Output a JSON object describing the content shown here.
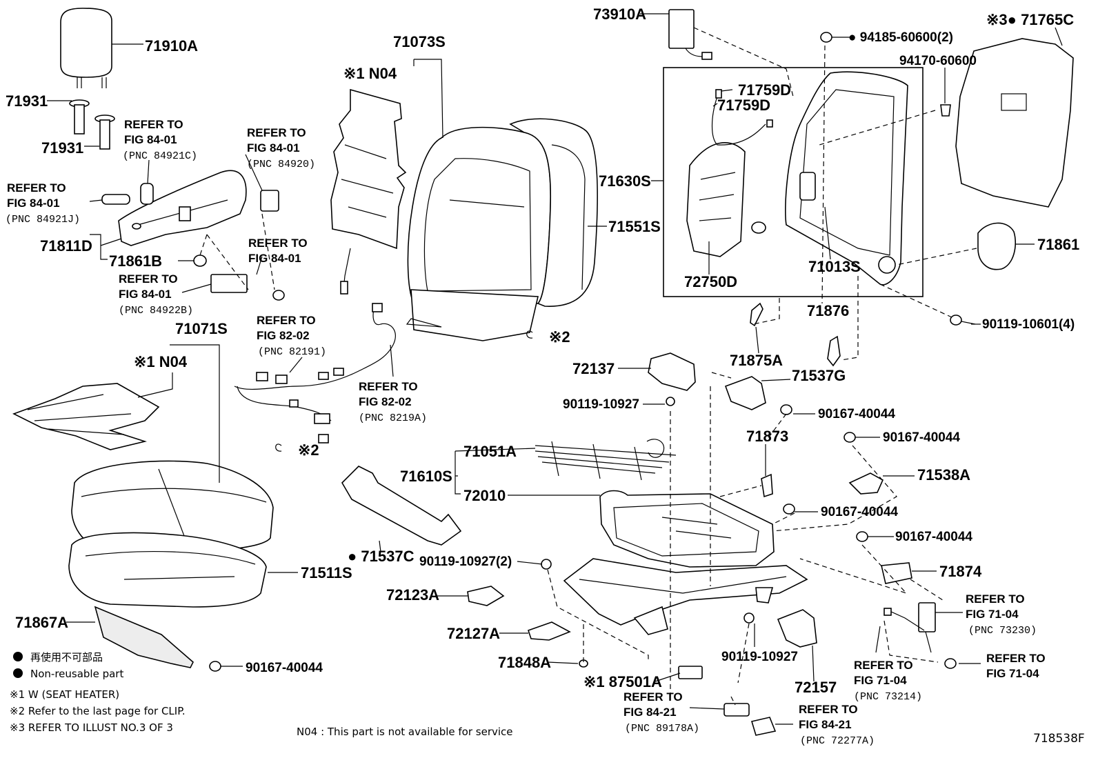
{
  "labels": {
    "p71910A": "71910A",
    "p71931a": "71931",
    "p71931b": "71931",
    "p71073S": "71073S",
    "n04_top": "※1 N04",
    "p73910A": "73910A",
    "p94185": "● 94185-60600(2)",
    "p71765C": "※3● 71765C",
    "p94170": "94170-60600",
    "p71759Da": "71759D",
    "p71759Db": "71759D",
    "p71630S": "71630S",
    "p71551S": "71551S",
    "p71861": "71861",
    "p71013S": "71013S",
    "p72750D": "72750D",
    "p90119_10601": "90119-10601(4)",
    "p71876": "71876",
    "p71875A": "71875A",
    "p71537G": "71537G",
    "p71811D": "71811D",
    "p71861B": "71861B",
    "p71071S": "71071S",
    "n04_mid": "※1 N04",
    "p72137": "72137",
    "p90119_10927a": "90119-10927",
    "p90167_a": "90167-40044",
    "p90167_b": "90167-40044",
    "p71873": "71873",
    "p71538A": "71538A",
    "p90167_c": "90167-40044",
    "p71051A": "71051A",
    "p71610S": "71610S",
    "p72010": "72010",
    "p90167_d": "90167-40044",
    "p71874": "71874",
    "p71537C": "● 71537C",
    "p90119_10927b": "90119-10927(2)",
    "p72123A": "72123A",
    "p71511S": "71511S",
    "p72127A": "72127A",
    "p71848A": "71848A",
    "p87501A": "※1 87501A",
    "p90119_10927c": "90119-10927",
    "p72157": "72157",
    "p71867A": "71867A",
    "p90167_e": "90167-40044",
    "clip1": "※2",
    "clip2": "※2",
    "figure_id": "718538F"
  },
  "refs": {
    "r84921C": {
      "line1": "REFER TO",
      "line2": "FIG 84-01",
      "pnc": "(PNC 84921C)"
    },
    "r84920": {
      "line1": "REFER TO",
      "line2": "FIG 84-01",
      "pnc": "(PNC 84920)"
    },
    "r84921J": {
      "line1": "REFER TO",
      "line2": "FIG 84-01",
      "pnc": "(PNC 84921J)"
    },
    "r84_01_plain": {
      "line1": "REFER TO",
      "line2": "FIG 84-01"
    },
    "r84922B": {
      "line1": "REFER TO",
      "line2": "FIG 84-01",
      "pnc": "(PNC 84922B)"
    },
    "r82191": {
      "line1": "REFER TO",
      "line2": "FIG 82-02",
      "pnc": "(PNC 82191)"
    },
    "r8219A": {
      "line1": "REFER TO",
      "line2": "FIG 82-02",
      "pnc": "(PNC 8219A)"
    },
    "r73230": {
      "line1": "REFER TO",
      "line2": "FIG 71-04",
      "pnc": "(PNC 73230)"
    },
    "r73214": {
      "line1": "REFER TO",
      "line2": "FIG 71-04",
      "pnc": "(PNC 73214)"
    },
    "r71_04_plain": {
      "line1": "REFER TO",
      "line2": "FIG 71-04"
    },
    "r89178A": {
      "line1": "REFER TO",
      "line2": "FIG 84-21",
      "pnc": "(PNC 89178A)"
    },
    "r72277A": {
      "line1": "REFER TO",
      "line2": "FIG 84-21",
      "pnc": "(PNC 72277A)"
    }
  },
  "legend": {
    "non_reusable_jp": "再使用不可部品",
    "non_reusable_en": "Non-reusable part",
    "note1": "※1  W (SEAT  HEATER)",
    "note2": "※2  Refer to the last page for CLIP.",
    "note3": "※3 REFER TO ILLUST NO.3 OF 3",
    "n04_note": "N04 : This part is not available for service"
  }
}
